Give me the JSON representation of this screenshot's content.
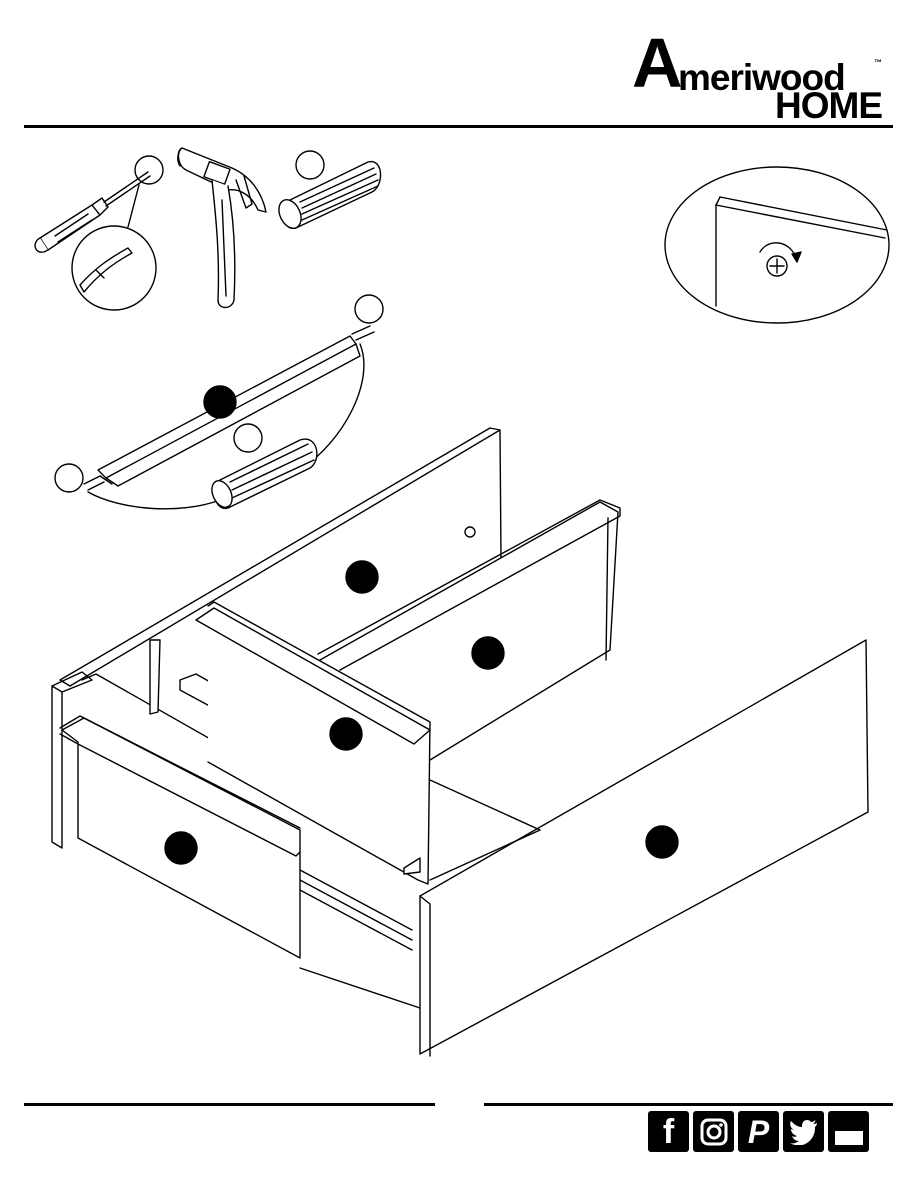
{
  "brand": {
    "initial": "A",
    "name_rest": "meriwood",
    "trademark": "™",
    "subline": "HOME"
  },
  "icons": {
    "tools": [
      "screwdriver-icon",
      "hammer-icon",
      "dowel-icon"
    ],
    "social": [
      "facebook-icon",
      "instagram-icon",
      "pinterest-icon",
      "twitter-icon",
      "youtube-icon"
    ]
  },
  "social_glyphs": {
    "facebook": "f",
    "pinterest": "P"
  },
  "colors": {
    "ink": "#000000",
    "paper": "#ffffff"
  }
}
